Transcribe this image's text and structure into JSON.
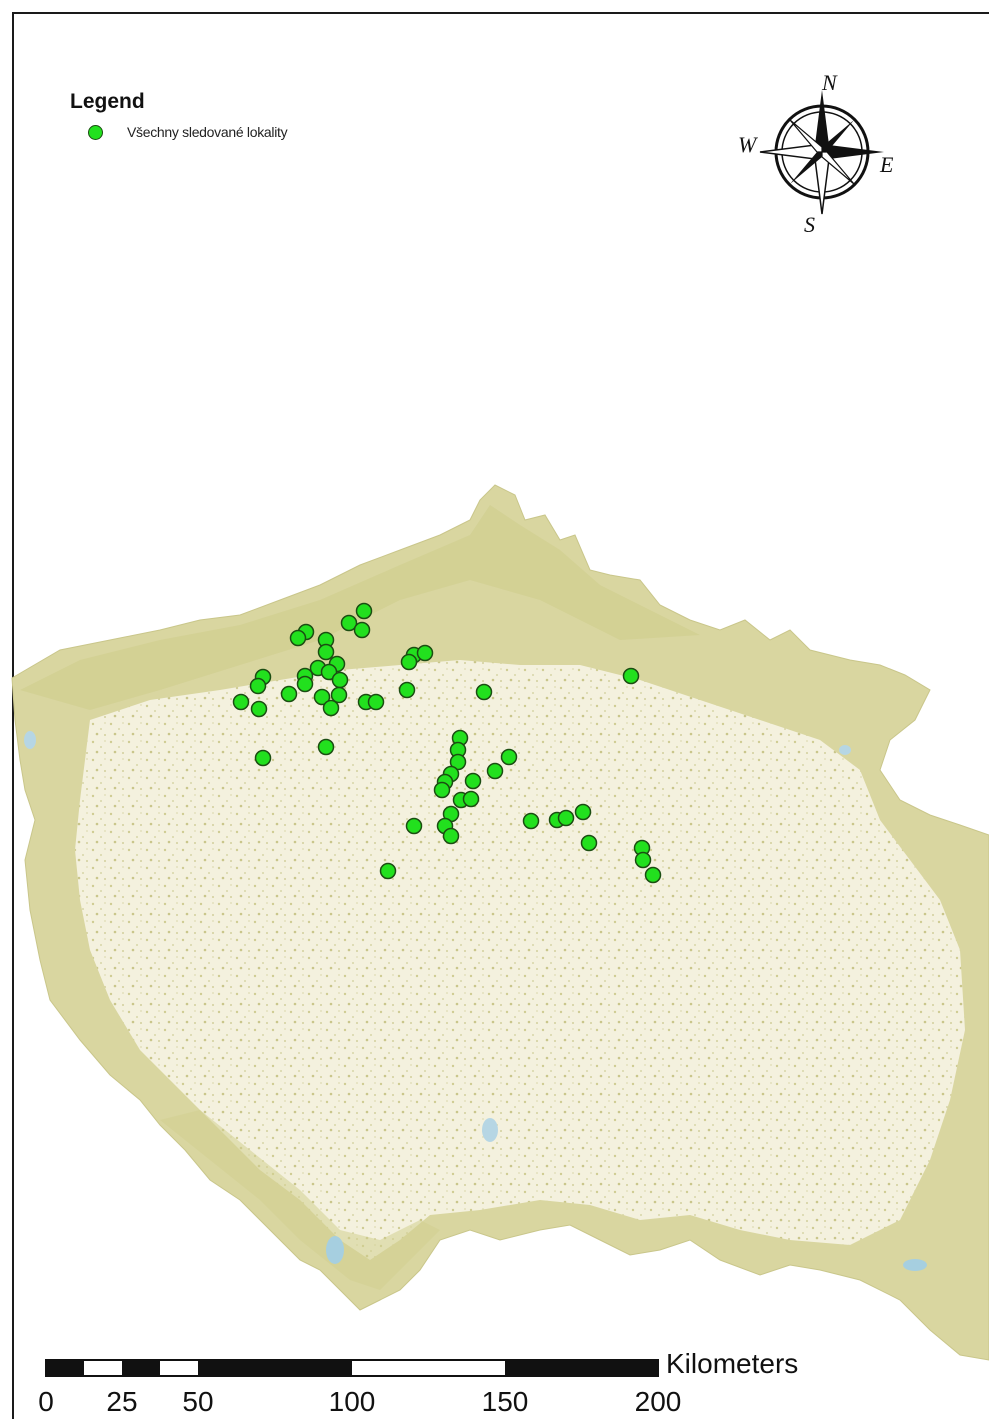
{
  "legend": {
    "title": "Legend",
    "item_label": "Všechny sledované lokality",
    "marker_color": "#22e01e"
  },
  "compass": {
    "n": "N",
    "s": "S",
    "e": "E",
    "w": "W"
  },
  "scale_bar": {
    "unit": "Kilometers",
    "tick_labels": [
      "0",
      "25",
      "50",
      "100",
      "150",
      "200"
    ]
  },
  "colors": {
    "land": "#dcd9a6",
    "lowland": "#f2efd9",
    "marker_fill": "#22e01e",
    "marker_stroke": "#1b4d12"
  }
}
